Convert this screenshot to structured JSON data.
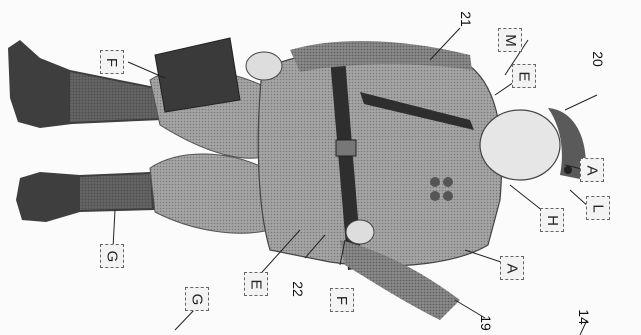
{
  "figure": {
    "callout_letters": [
      "F",
      "M",
      "E",
      "A",
      "L",
      "H",
      "A",
      "E",
      "F",
      "G",
      "G"
    ],
    "callout_numbers": [
      "21",
      "20",
      "22",
      "19",
      "14"
    ]
  }
}
